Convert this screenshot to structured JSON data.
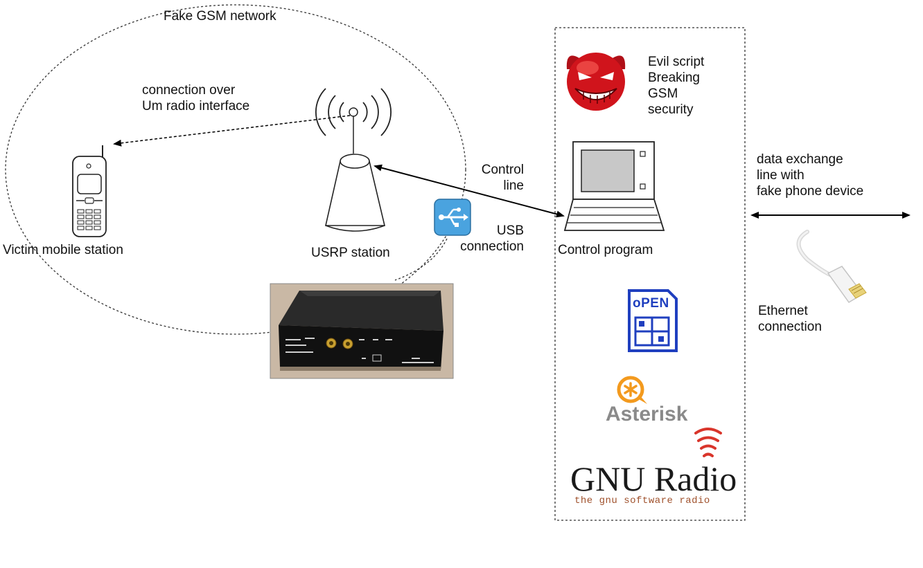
{
  "network": {
    "title": "Fake GSM network",
    "um_label": [
      "connection over",
      "Um radio interface"
    ],
    "victim_label": "Victim mobile station",
    "usrp_label": "USRP station",
    "usb_label": [
      "USB",
      "connection"
    ]
  },
  "control": {
    "control_line_label": [
      "Control",
      "line"
    ],
    "evil_label": [
      "Evil script",
      "Breaking",
      "GSM",
      "security"
    ],
    "program_label": "Control program"
  },
  "logos": {
    "openbts": "oPEN",
    "asterisk": "Asterisk",
    "gnuradio_title": "GNU Radio",
    "gnuradio_sub": "the gnu software radio"
  },
  "external": {
    "data_exchange_label": [
      "data exchange",
      "line with",
      "fake phone device"
    ],
    "ethernet_label": [
      "Ethernet",
      "connection"
    ]
  },
  "colors": {
    "evil_red": "#d0141c",
    "usb_blue": "#4aa3df",
    "openbts_blue": "#1f3fbf",
    "asterisk_orange": "#f39a1e",
    "gnu_red": "#d9352b"
  }
}
